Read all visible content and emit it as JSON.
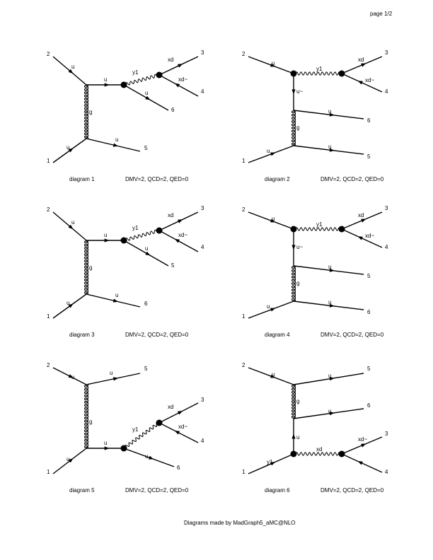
{
  "page_label": "page 1/2",
  "footer": "Diagrams made by MadGraph5_aMC@NLO",
  "diagrams": [
    {
      "caption": "diagram 1",
      "couplings": "DMV=2, QCD=2, QED=0",
      "ext": [
        "2",
        "1",
        "3",
        "4",
        "6",
        "5"
      ],
      "prop": [
        "u",
        "u",
        "u",
        "y1",
        "xd",
        "xd~",
        "u",
        "g",
        "u"
      ]
    },
    {
      "caption": "diagram 2",
      "couplings": "DMV=2, QCD=2, QED=0",
      "ext": [
        "2",
        "1",
        "3",
        "4",
        "6",
        "5"
      ],
      "prop": [
        "u",
        "y1",
        "xd",
        "xd~",
        "u~",
        "u",
        "g",
        "u",
        "u"
      ]
    },
    {
      "caption": "diagram 3",
      "couplings": "DMV=2, QCD=2, QED=0",
      "ext": [
        "2",
        "1",
        "3",
        "4",
        "5",
        "6"
      ],
      "prop": [
        "u",
        "u",
        "u",
        "y1",
        "xd",
        "xd~",
        "u",
        "g",
        "u"
      ]
    },
    {
      "caption": "diagram 4",
      "couplings": "DMV=2, QCD=2, QED=0",
      "ext": [
        "2",
        "1",
        "3",
        "4",
        "5",
        "6"
      ],
      "prop": [
        "u",
        "y1",
        "xd",
        "xd~",
        "u~",
        "u",
        "g",
        "u",
        "u"
      ]
    },
    {
      "caption": "diagram 5",
      "couplings": "DMV=2, QCD=2, QED=0",
      "ext": [
        "2",
        "1",
        "5",
        "3",
        "4",
        "6"
      ],
      "prop": [
        "u",
        "u",
        "g",
        "u",
        "u",
        "y1",
        "xd",
        "xd~",
        "u"
      ]
    },
    {
      "caption": "diagram 6",
      "couplings": "DMV=2, QCD=2, QED=0",
      "ext": [
        "2",
        "1",
        "5",
        "6",
        "3",
        "4"
      ],
      "prop": [
        "u",
        "g",
        "u",
        "u",
        "u",
        "y1",
        "xd",
        "xd~"
      ]
    }
  ]
}
